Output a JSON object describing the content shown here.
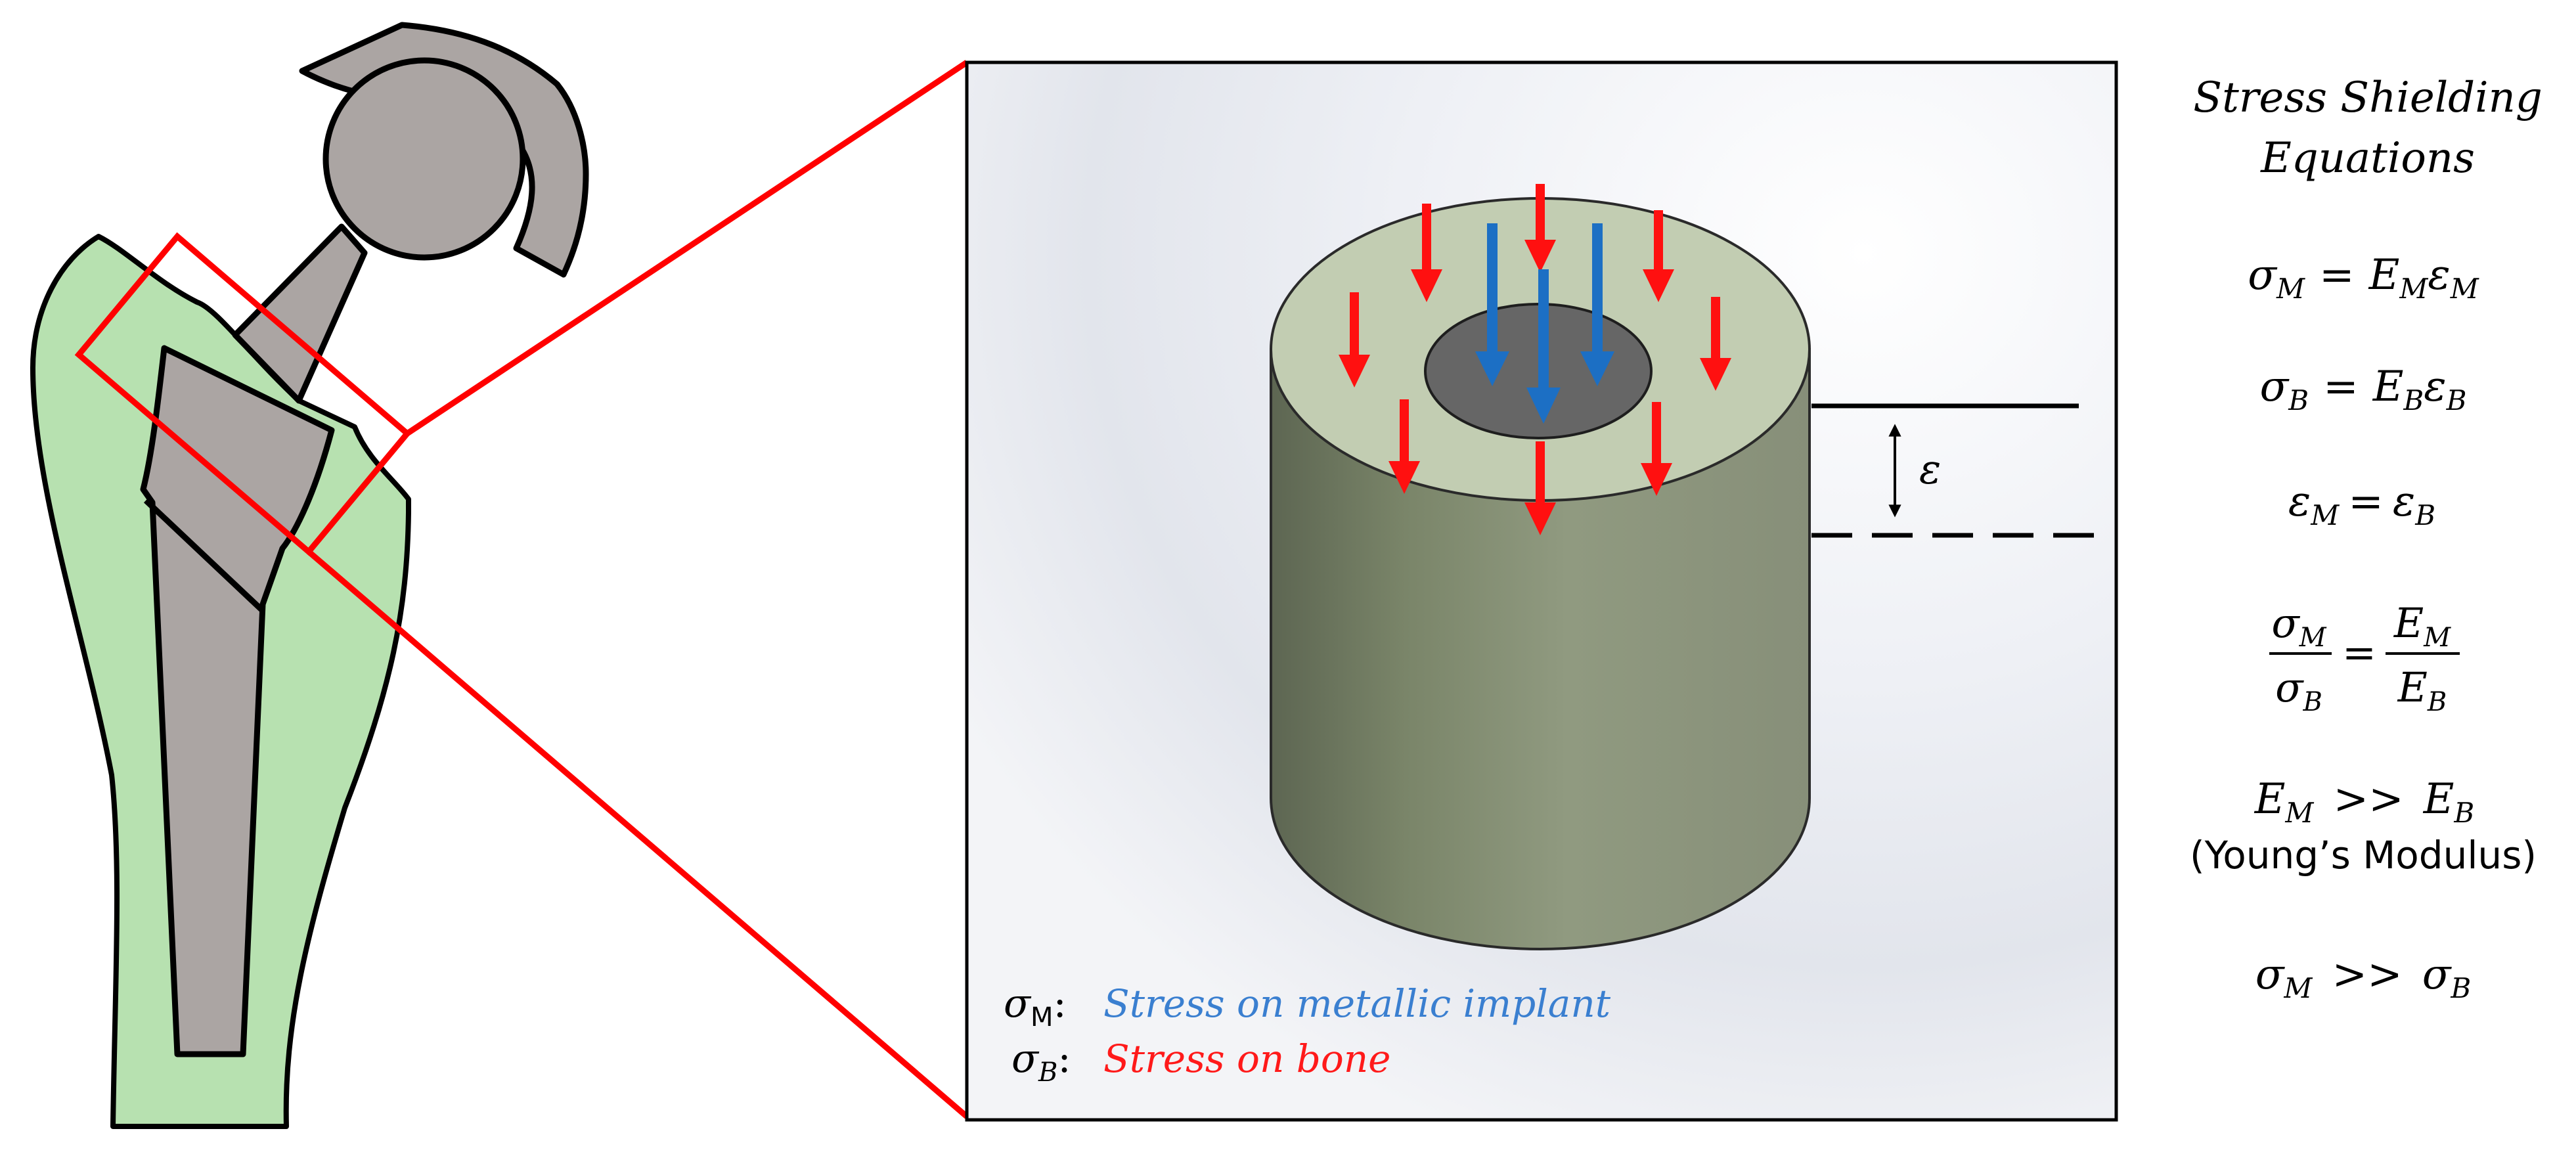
{
  "panel": {
    "strain_label": "ε",
    "legend": {
      "metal_symbol": "σ",
      "metal_sub": "M",
      "metal_colon": ":",
      "metal_text": "Stress on metallic implant",
      "bone_symbol": "σ",
      "bone_sub": "B",
      "bone_colon": ":",
      "bone_text": "Stress on bone"
    }
  },
  "equations": {
    "title_line1": "Stress Shielding",
    "title_line2": "Equations",
    "eq1": {
      "lhs": "σ",
      "lhs_sub": "M",
      "op": "=",
      "r1": "E",
      "r1_sub": "M",
      "r2": "ε",
      "r2_sub": "M"
    },
    "eq2": {
      "lhs": "σ",
      "lhs_sub": "B",
      "op": "=",
      "r1": "E",
      "r1_sub": "B",
      "r2": "ε",
      "r2_sub": "B"
    },
    "eq3": {
      "lhs": "ε",
      "lhs_sub": "M",
      "op": "=",
      "rhs": "ε",
      "rhs_sub": "B"
    },
    "eq4": {
      "num_l": "σ",
      "num_l_sub": "M",
      "den_l": "σ",
      "den_l_sub": "B",
      "op": "=",
      "num_r": "E",
      "num_r_sub": "M",
      "den_r": "E",
      "den_r_sub": "B"
    },
    "eq5": {
      "lhs": "E",
      "lhs_sub": "M",
      "op": ">>",
      "rhs": "E",
      "rhs_sub": "B",
      "note": "(Young’s Modulus)"
    },
    "eq6": {
      "lhs": "σ",
      "lhs_sub": "M",
      "op": ">>",
      "rhs": "σ",
      "rhs_sub": "B"
    }
  },
  "colors": {
    "bone": "#b7e1b0",
    "implant": "#aba5a3",
    "highlight": "#ff0000",
    "stress_bone": "#ff1010",
    "stress_metal": "#1c6fc4",
    "metal_text": "#3a7fd0",
    "bone_text": "#ff1a1a",
    "cylinder_top": "#c2cdb2",
    "cylinder_side": "#8a9479",
    "cylinder_core": "#666666"
  }
}
